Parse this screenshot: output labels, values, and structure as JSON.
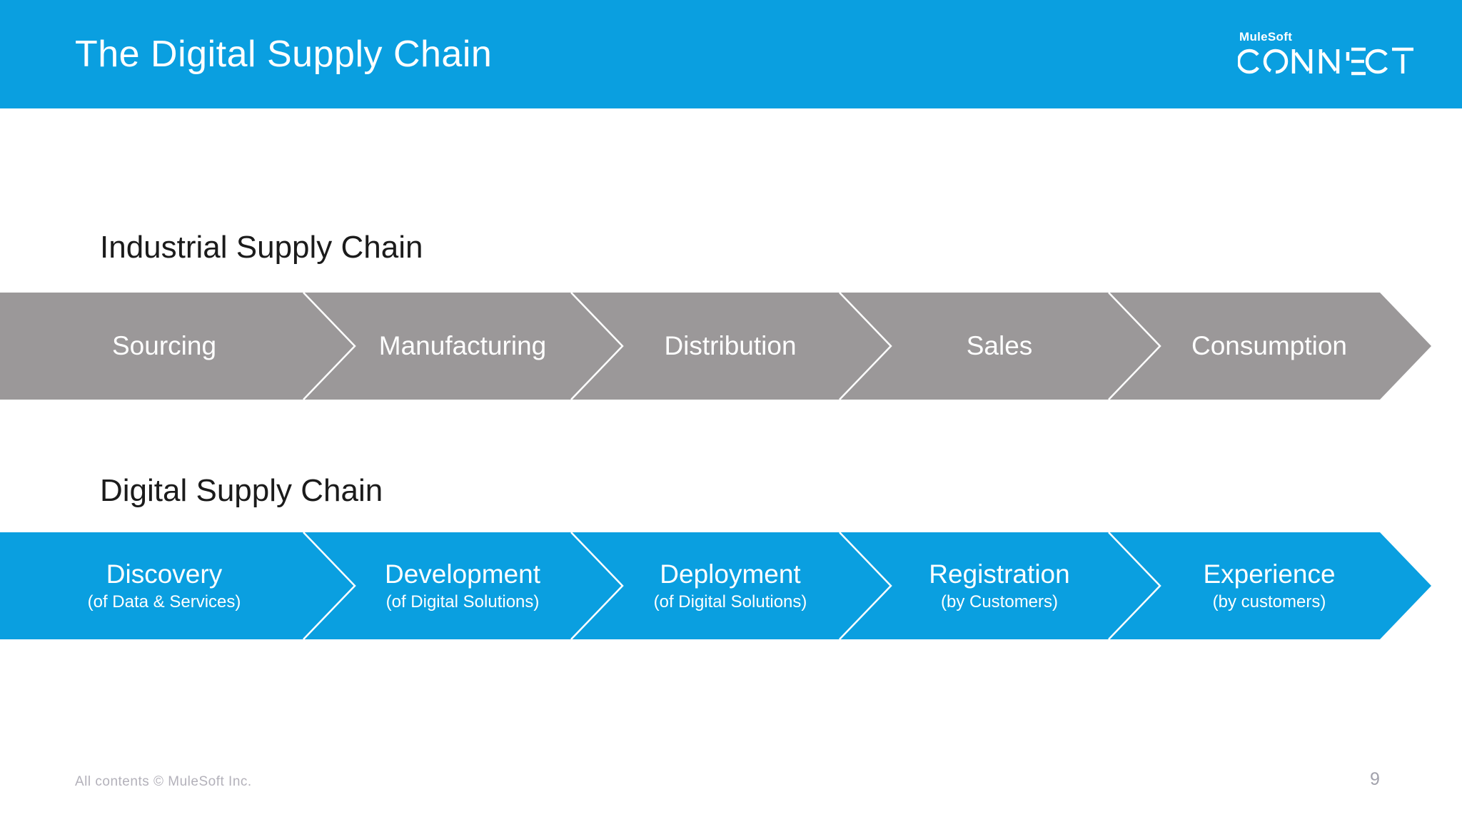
{
  "header": {
    "title": "The Digital Supply Chain",
    "logo": {
      "brand": "MuleSoft",
      "wordmark": "CONNECT"
    }
  },
  "industrial_chain": {
    "heading": "Industrial Supply Chain",
    "stages": [
      {
        "label": "Sourcing"
      },
      {
        "label": "Manufacturing"
      },
      {
        "label": "Distribution"
      },
      {
        "label": "Sales"
      },
      {
        "label": "Consumption"
      }
    ]
  },
  "digital_chain": {
    "heading": "Digital Supply Chain",
    "stages": [
      {
        "label": "Discovery",
        "sublabel": "(of Data & Services)"
      },
      {
        "label": "Development",
        "sublabel": "(of Digital Solutions)"
      },
      {
        "label": "Deployment",
        "sublabel": "(of Digital Solutions)"
      },
      {
        "label": "Registration",
        "sublabel": "(by Customers)"
      },
      {
        "label": "Experience",
        "sublabel": "(by customers)"
      }
    ]
  },
  "footer": {
    "copyright": "All contents © MuleSoft Inc.",
    "page_number": "9"
  },
  "colors": {
    "accent_blue": "#0a9fe0",
    "chain_gray": "#9b9899",
    "divider_white": "#ffffff"
  }
}
